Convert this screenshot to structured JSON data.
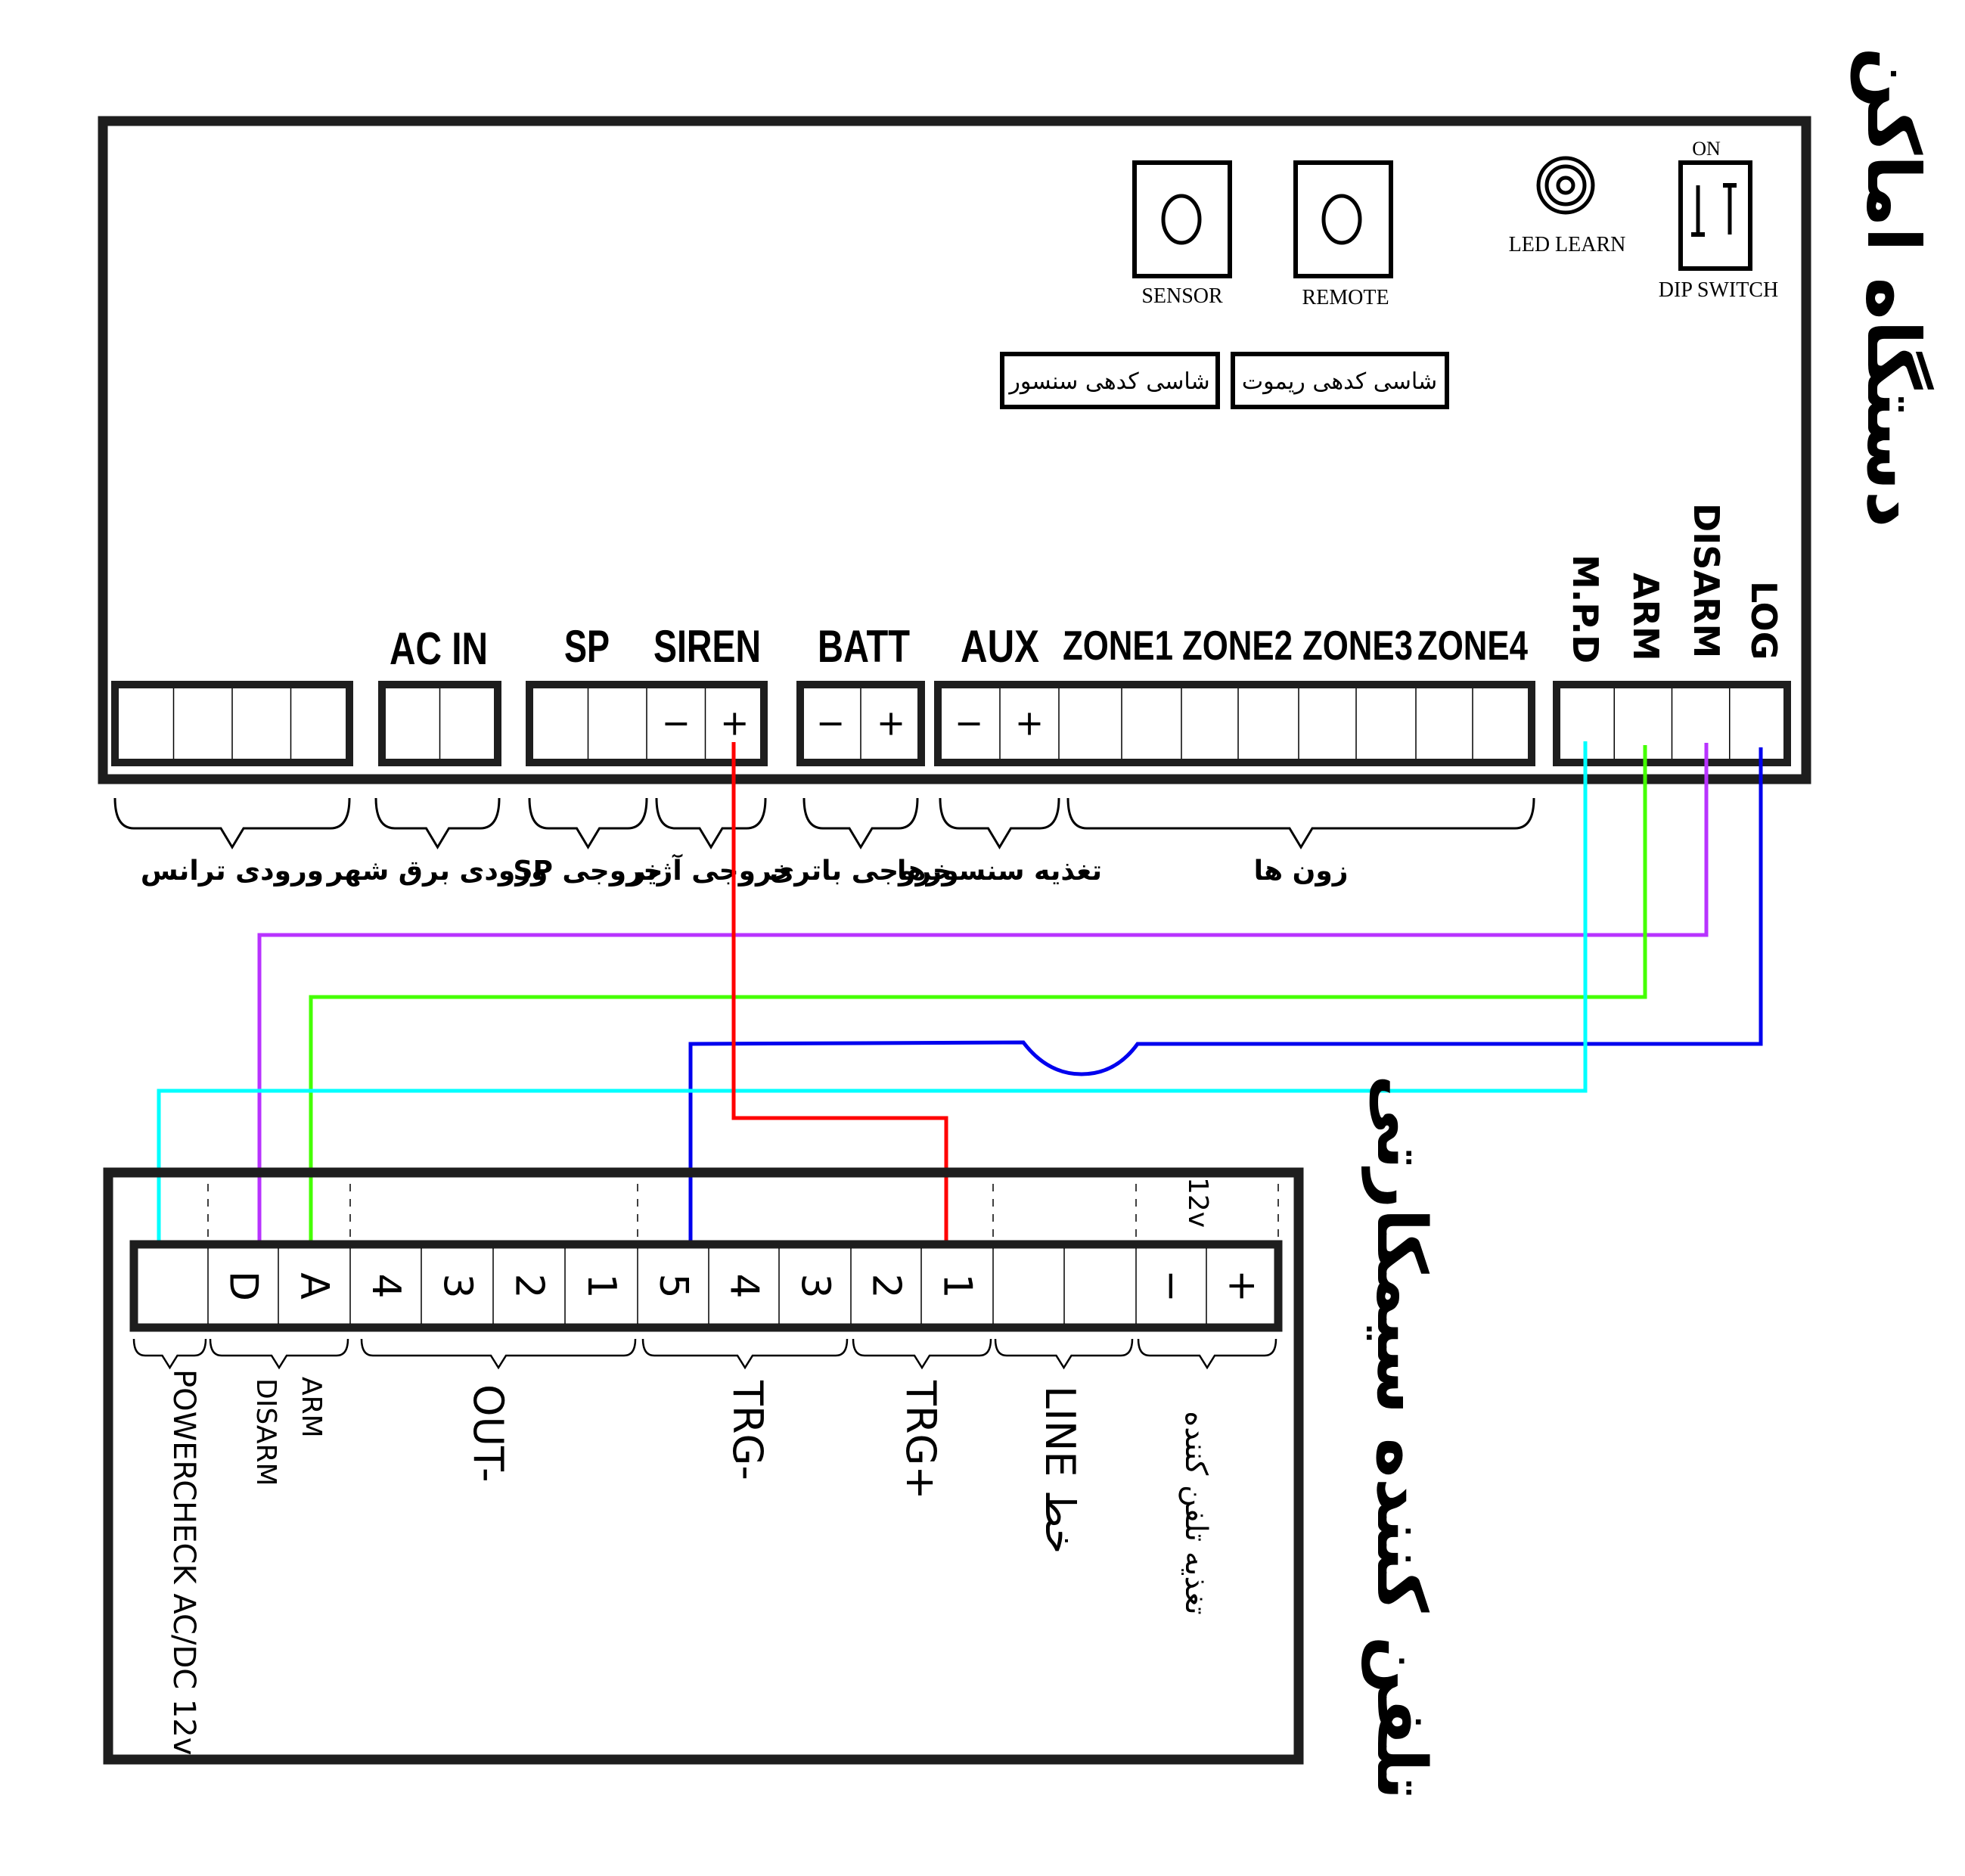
{
  "colors": {
    "frame": "#1e1e1e",
    "wire_red": "#ff0000",
    "wire_purple": "#b833ff",
    "wire_green": "#44ff00",
    "wire_blue": "#0000ee",
    "wire_cyan": "#00ffff"
  },
  "alarm_panel": {
    "title": "دستگاه اماکن",
    "buttons": [
      {
        "label": "SENSOR",
        "caption": "شاسی کدهی سنسور"
      },
      {
        "label": "REMOTE",
        "caption": "شاسی کدهی ریموت"
      }
    ],
    "led_label": "LED LEARN",
    "dip_switch": {
      "label": "DIP SWITCH",
      "on_label": "ON"
    },
    "terminal_groups": [
      {
        "label": "",
        "caption": "ورودی ترانس",
        "cells": [
          "",
          "",
          "",
          ""
        ]
      },
      {
        "label": "AC IN",
        "caption": "ورودی برق شهر",
        "cells": [
          "",
          ""
        ]
      },
      {
        "label": "SP",
        "caption": "خروجی SP",
        "cells": [
          "",
          ""
        ]
      },
      {
        "label": "SIREN",
        "caption": "خروجی آژیر",
        "cells": [
          "−",
          "+"
        ]
      },
      {
        "label": "BATT",
        "caption": "خروجی باتری",
        "cells": [
          "−",
          "+"
        ]
      },
      {
        "label": "AUX",
        "caption": "تغذیه سنسورها",
        "cells": [
          "−",
          "+"
        ]
      },
      {
        "label": "ZONE1 ZONE2 ZONE3 ZONE4",
        "caption": "زون ها",
        "cells": [
          "",
          "",
          "",
          "",
          "",
          "",
          "",
          ""
        ]
      }
    ],
    "zone_labels": [
      "ZONE1",
      "ZONE2",
      "ZONE3",
      "ZONE4"
    ],
    "control_terminals": [
      "M.P.D",
      "ARM",
      "DISARM",
      "LOG"
    ]
  },
  "sim_dialer": {
    "title": "تلفن کننده سیمکارتی",
    "terminals": [
      "",
      "D",
      "A",
      "4",
      "3",
      "2",
      "1",
      "5",
      "4",
      "3",
      "2",
      "1",
      "",
      "",
      "−",
      "+"
    ],
    "voltage_label": "12v",
    "groups": [
      {
        "label": "POWERCHECK AC/DC 12v"
      },
      {
        "label": "ARM DISARM",
        "lines": [
          "ARM",
          "DISARM"
        ]
      },
      {
        "label": "OUT-"
      },
      {
        "label": "TRG-"
      },
      {
        "label": "TRG+"
      },
      {
        "label": "LINE خط"
      },
      {
        "label": "تغذیه تلفن کننده"
      }
    ]
  },
  "wiring": [
    {
      "from": "SIREN +",
      "to": "TRG+ 1",
      "color": "red"
    },
    {
      "from": "DISARM",
      "to": "D",
      "color": "purple"
    },
    {
      "from": "ARM",
      "to": "A",
      "color": "green"
    },
    {
      "from": "LOG",
      "to": "TRG- 5",
      "color": "blue"
    },
    {
      "from": "M.P.D",
      "to": "POWERCHECK",
      "color": "cyan"
    }
  ]
}
